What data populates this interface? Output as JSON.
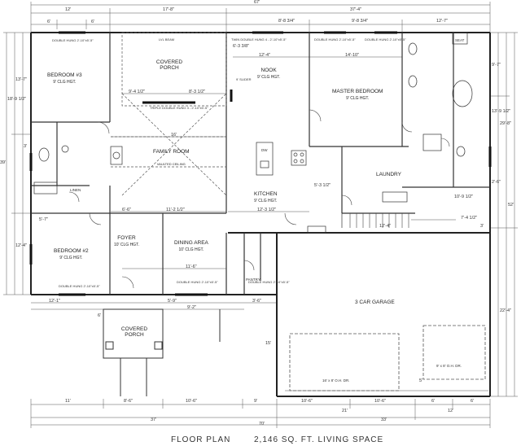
{
  "caption": {
    "title": "FLOOR PLAN",
    "subtitle": "2,146 SQ. FT. LIVING SPACE"
  },
  "rooms": {
    "bedroom3": {
      "name": "BEDROOM #3",
      "ceiling": "9' CLG HGT."
    },
    "covered_porch_rear": {
      "name": "COVERED PORCH"
    },
    "nook": {
      "name": "NOOK",
      "ceiling": "9' CLG HGT."
    },
    "master": {
      "name": "MASTER BEDROOM",
      "ceiling": "9' CLG HGT."
    },
    "family": {
      "name": "FAMILY ROOM",
      "ceiling": "VAULTED CEILING"
    },
    "kitchen": {
      "name": "KITCHEN",
      "ceiling": "9' CLG HGT."
    },
    "laundry": {
      "name": "LAUNDRY"
    },
    "foyer": {
      "name": "FOYER",
      "ceiling": "10' CLG HGT."
    },
    "dining": {
      "name": "DINING AREA",
      "ceiling": "10' CLG HGT."
    },
    "bedroom2": {
      "name": "BEDROOM #2",
      "ceiling": "9' CLG HGT."
    },
    "garage": {
      "name": "3 CAR GARAGE"
    },
    "covered_porch_front": {
      "name": "COVERED PORCH"
    },
    "pantry": {
      "name": "PANTRY"
    },
    "linen": {
      "name": "LINEN"
    },
    "dw": {
      "name": "DW"
    },
    "seat": {
      "name": "SEAT"
    }
  },
  "windows": {
    "w1": "DOUBLE HUNG 2'-10\"x5'-5\"",
    "w2": "LVL BEAM",
    "w3": "TWIN DOUBLE HUNG 4 - 2'-10\"x5'-5\"",
    "w4": "DOUBLE HUNG 2'-10\"x5'-5\"",
    "w5": "DOUBLE HUNG 2'-10\"x5'-5\"",
    "w6": "TRIPLE DOUBLE HUNG 3 - 2'-10\"x5'-5\"",
    "w7": "DOUBLE HUNG 2'-10\"x5'-5\"",
    "w8": "DOUBLE HUNG 2'-10\"x5'-5\"",
    "w9": "DOUBLE HUNG 2'-10\"x5'-5\"",
    "slider": "9' SLIDER"
  },
  "doors": {
    "garage_left": "16' x 8' O.H. DR.",
    "garage_right": "9' x 8' O.H. DR."
  },
  "dims_top": {
    "overall": "67'",
    "a": "12'",
    "b": "17'-8\"",
    "c": "37'-4\"",
    "d": "6'",
    "e": "6'",
    "f": "8'-8 3/4\"",
    "g": "9'-8 3/4\"",
    "h": "12'-7\""
  },
  "dims_bottom": {
    "overall": "70'",
    "a": "37'",
    "b": "33'",
    "c": "11'",
    "d": "8'-6\"",
    "e": "10'-6\"",
    "f": "9'",
    "g": "10'-6\"",
    "h": "10'-6\"",
    "i": "6'",
    "j": "12'",
    "k": "21'",
    "l": "6'",
    "m": "5'"
  },
  "dims_left": {
    "overall": "39'",
    "a": "13'-7\"",
    "b": "12'-4\"",
    "c": "18'-9 1/2\"",
    "d": "3'"
  },
  "dims_right": {
    "overall": "52'",
    "a": "29'-8\"",
    "b": "22'-4\"",
    "c": "9'-7\"",
    "d": "13'-9 1/2\"",
    "e": "2'-6\""
  },
  "dims_inner": {
    "d1": "14'-10\"",
    "d2": "12'-4\"",
    "d3": "6'-3 3/8\"",
    "d4": "8'-3 1/2\"",
    "d5": "9'-4 1/2\"",
    "d6": "16'",
    "d7": "11'-2 1/2\"",
    "d8": "6'-6\"",
    "d9": "11'-6\"",
    "d10": "9'-2\"",
    "d11": "5'-9\"",
    "d12": "3'-6\"",
    "d13": "12'-3 1/2\"",
    "d14": "12'-4\"",
    "d15": "7'-4 1/2\"",
    "d16": "10'-9 1/2\"",
    "d17": "15'",
    "d18": "12'-1\"",
    "d19": "3'",
    "d20": "5'-3 1/2\"",
    "d21": "5'-7\"",
    "d22": "6'"
  }
}
